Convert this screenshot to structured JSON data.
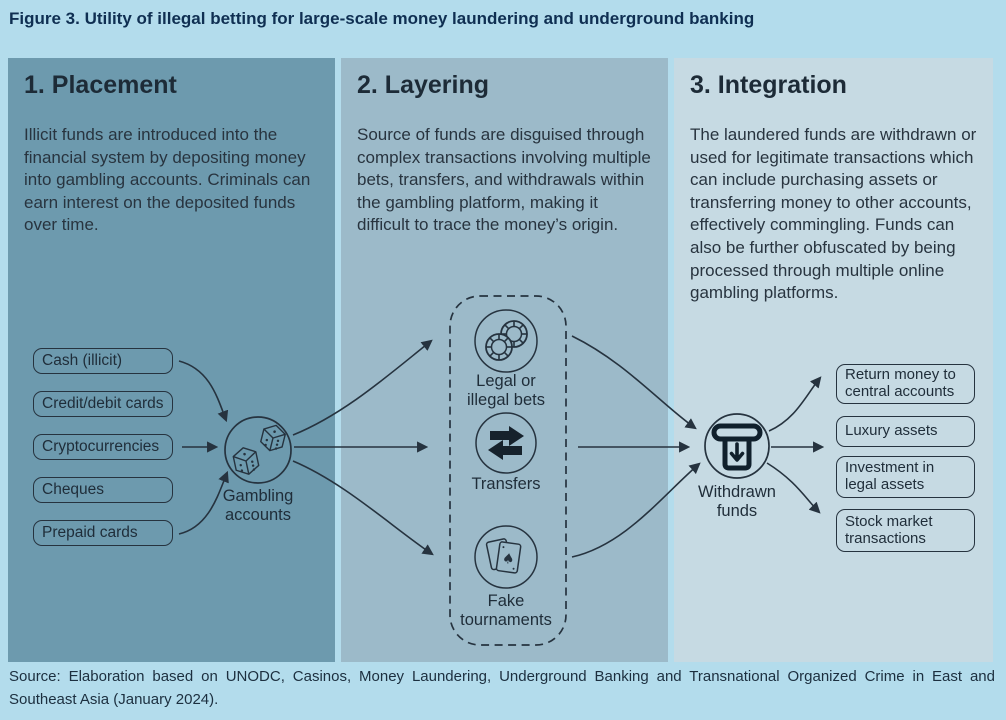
{
  "figure": {
    "title": "Figure 3. Utility of illegal betting for large-scale money laundering and underground banking"
  },
  "stages": [
    {
      "heading": "1. Placement",
      "description": "Illicit funds are introduced into the financial system by depositing money into gambling accounts. Criminals can earn interest on the deposited funds over time."
    },
    {
      "heading": "2. Layering",
      "description": "Source of funds are disguised through complex transactions involving multiple bets, transfers, and withdrawals within the gambling platform, making it difficult to trace the money’s origin."
    },
    {
      "heading": "3. Integration",
      "description": "The laundered funds are withdrawn or used for legitimate transactions which can include purchasing assets or transferring money to other accounts, effectively commingling.  Funds can also be further obfuscated by being processed through multiple online gambling platforms."
    }
  ],
  "placement": {
    "funding_sources": [
      "Cash (illicit)",
      "Credit/debit cards",
      "Cryptocurrencies",
      "Cheques",
      "Prepaid cards"
    ],
    "hub": {
      "label": "Gambling accounts",
      "icon": "dice-icon"
    }
  },
  "layering": {
    "nodes": [
      {
        "label": "Legal or illegal bets",
        "icon": "poker-chips-icon"
      },
      {
        "label": "Transfers",
        "icon": "transfer-arrows-icon"
      },
      {
        "label": "Fake tournaments",
        "icon": "playing-cards-icon"
      }
    ]
  },
  "integration": {
    "hub": {
      "label": "Withdrawn funds",
      "icon": "atm-withdrawal-icon"
    },
    "destinations": [
      "Return money to central accounts",
      "Luxury assets",
      "Investment in legal assets",
      "Stock market transactions"
    ]
  },
  "source_note": "Source: Elaboration based on UNODC, Casinos, Money Laundering, Underground Banking and Transnational Organized Crime in East and Southeast Asia (January 2024).",
  "colors": {
    "page_bg": "#b3dcec",
    "placement_bg": "#6d9aae",
    "layering_bg": "#9cbac9",
    "integration_bg": "#c6dae3",
    "ink": "#26333f",
    "title_ink": "#0f2f52"
  }
}
